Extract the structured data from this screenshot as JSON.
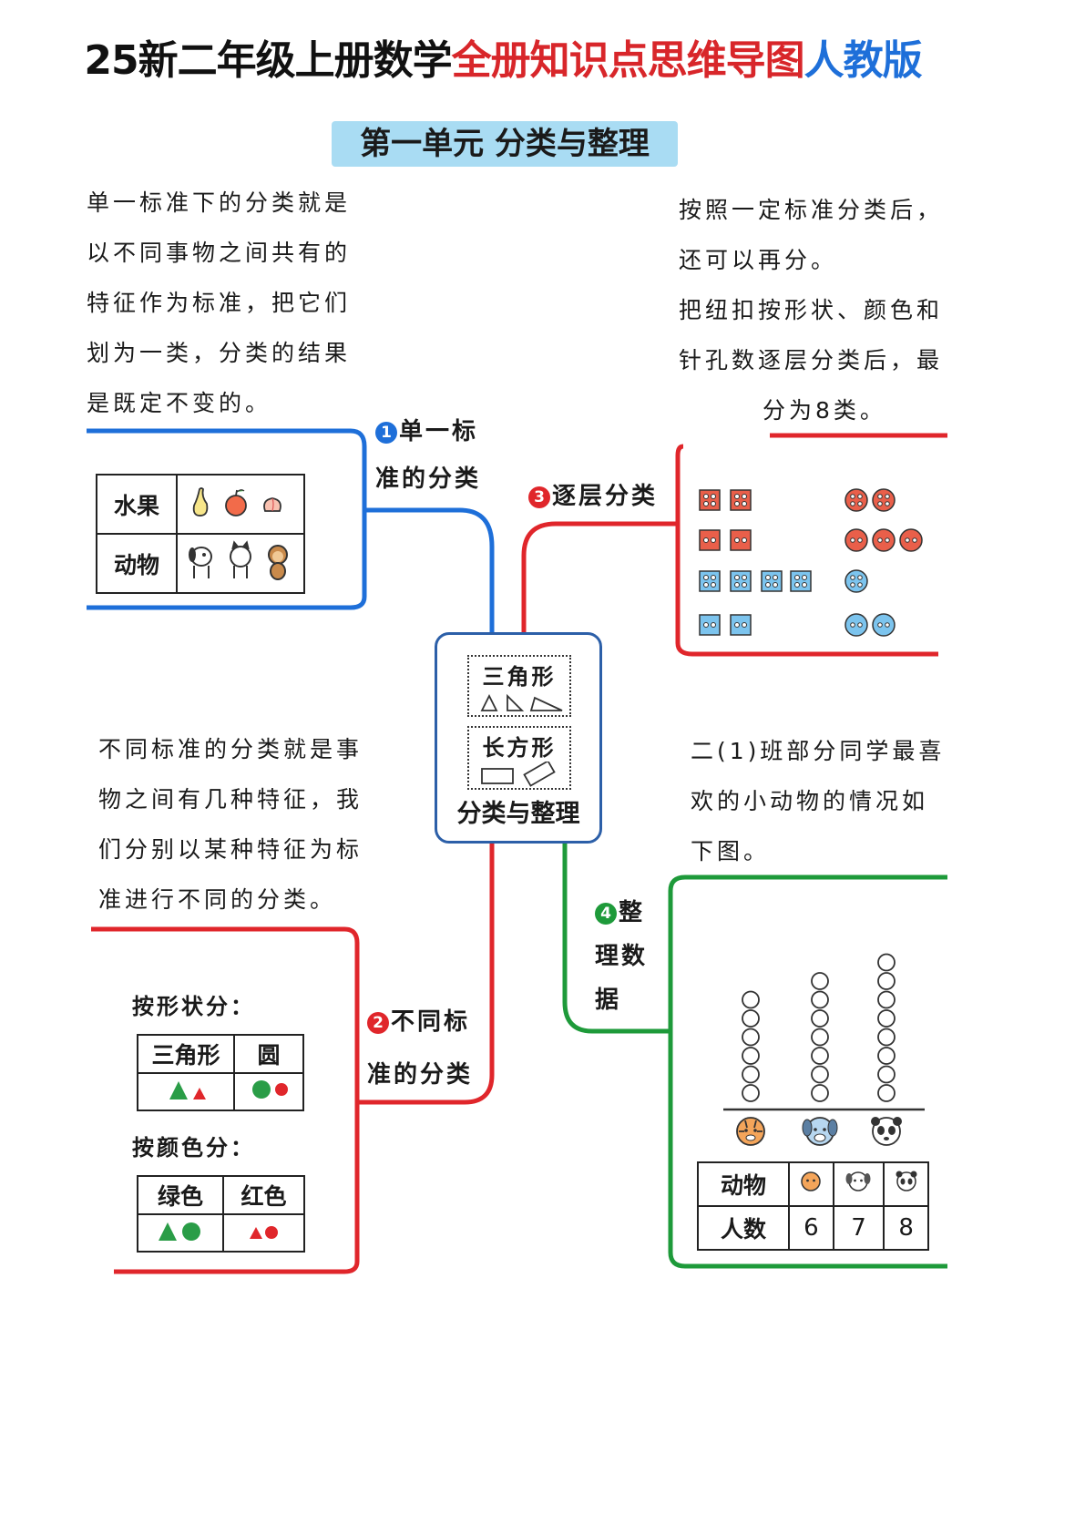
{
  "header": {
    "title_black": "25新二年级上册数学",
    "title_red": "全册知识点思维导图",
    "title_blue": "人教版"
  },
  "unit_title": "第一单元 分类与整理",
  "center": {
    "triangle_label": "三角形",
    "rectangle_label": "长方形",
    "title": "分类与整理"
  },
  "branches": {
    "b1": {
      "number": "1",
      "label_line1": "单一标",
      "label_line2": "准的分类",
      "text": [
        "单一标准下的分类就是",
        "以不同事物之间共有的",
        "特征作为标准，把它们",
        "划为一类，分类的结果",
        "是既定不变的。"
      ],
      "table": {
        "row1_label": "水果",
        "row2_label": "动物"
      }
    },
    "b2": {
      "number": "2",
      "label_line1": "不同标",
      "label_line2": "准的分类",
      "text": [
        "不同标准的分类就是事",
        "物之间有几种特征，我",
        "们分别以某种特征为标",
        "准进行不同的分类。"
      ],
      "shape_caption": "按形状分：",
      "shape_headers": [
        "三角形",
        "圆"
      ],
      "color_caption": "按颜色分：",
      "color_headers": [
        "绿色",
        "红色"
      ]
    },
    "b3": {
      "number": "3",
      "label": "逐层分类",
      "text": [
        "按照一定标准分类后，",
        "还可以再分。",
        "把纽扣按形状、颜色和",
        "针孔数逐层分类后，最",
        "分为8类。"
      ]
    },
    "b4": {
      "number": "4",
      "label": [
        "整",
        "理数",
        "据"
      ],
      "text": [
        "二(1)班部分同学最喜",
        "欢的小动物的情况如",
        "下图。"
      ],
      "table_header": "动物",
      "table_row_label": "人数",
      "counts": [
        "6",
        "7",
        "8"
      ]
    }
  },
  "colors": {
    "blue": "#1e6fd9",
    "red": "#e0262b",
    "green": "#1e9a3a",
    "title_red": "#d8262a",
    "header_blue": "#a9dcf3"
  }
}
